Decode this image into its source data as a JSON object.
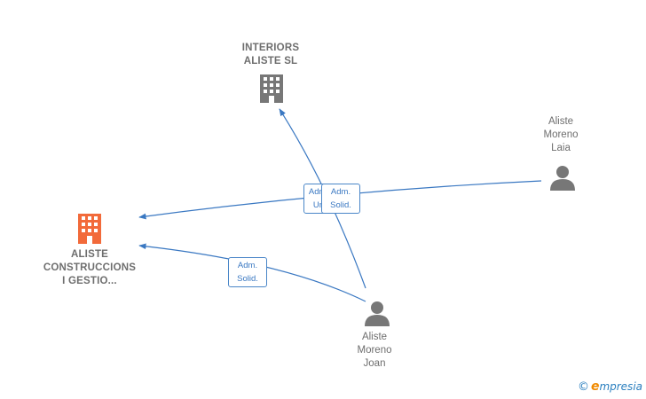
{
  "nodes": {
    "interiors": {
      "label": "INTERIORS\nALISTE  SL",
      "icon": "building-icon",
      "color": "#777777"
    },
    "main": {
      "label": "ALISTE\nCONSTRUCCIONS\nI GESTIO...",
      "icon": "building-icon",
      "color": "#f26a3a"
    },
    "laia": {
      "label": "Aliste\nMoreno\nLaia",
      "icon": "person-icon",
      "color": "#777777"
    },
    "joan": {
      "label": "Aliste\nMoreno\nJoan",
      "icon": "person-icon",
      "color": "#777777"
    }
  },
  "edges": {
    "e1": {
      "label": "Adm.\nUn"
    },
    "e2": {
      "label": "Adm.\nSolid."
    },
    "e3": {
      "label": "Adm.\nSolid."
    }
  },
  "brand": {
    "copyright": "©",
    "e": "e",
    "rest": "mpresia"
  },
  "colors": {
    "edge": "#3a78c2",
    "grey_icon": "#777777",
    "main_icon": "#f26a3a"
  }
}
